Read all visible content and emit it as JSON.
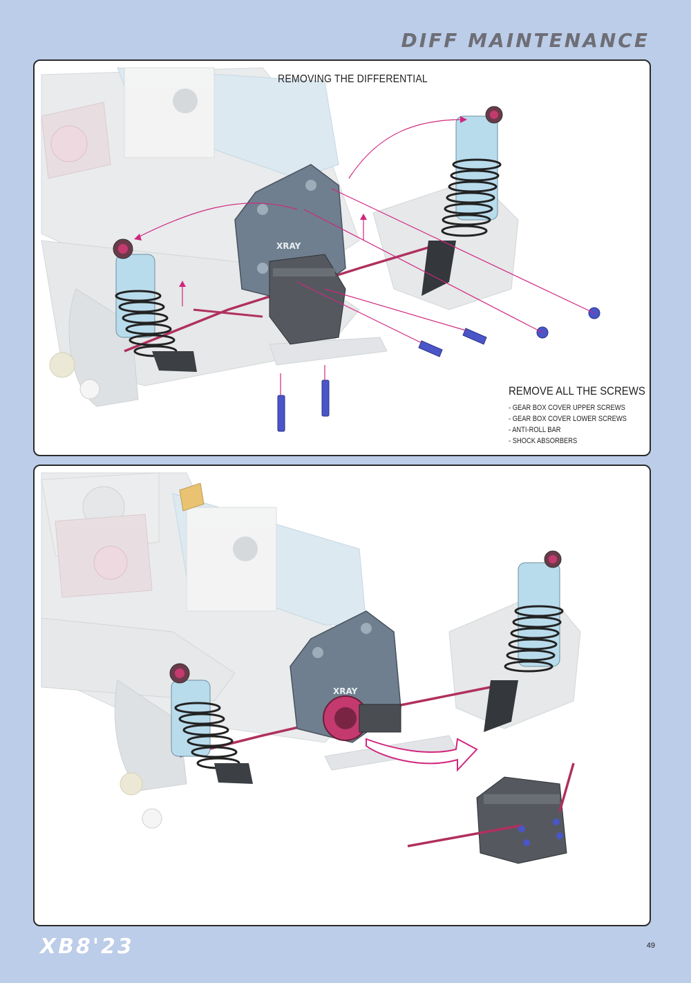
{
  "header": {
    "title": "DIFF MAINTENANCE"
  },
  "panel_top": {
    "heading": "REMOVING THE DIFFERENTIAL",
    "remove": {
      "title": "REMOVE ALL THE SCREWS",
      "items": [
        "- GEAR BOX COVER UPPER SCREWS",
        "- GEAR BOX COVER LOWER SCREWS",
        "- ANTI-ROLL BAR",
        "- SHOCK ABSORBERS"
      ]
    },
    "brand_mark": "XRAY"
  },
  "panel_bottom": {
    "brand_mark": "XRAY"
  },
  "footer": {
    "model": "XB8'23",
    "page_number": "49"
  },
  "colors": {
    "background": "#bccde9",
    "accent_magenta": "#d0267e",
    "screw_blue": "#4a55c8",
    "chassis_grey": "#dfe2e5",
    "plate_grey": "#6f7f8f",
    "shock_blue": "#b9dcec"
  }
}
